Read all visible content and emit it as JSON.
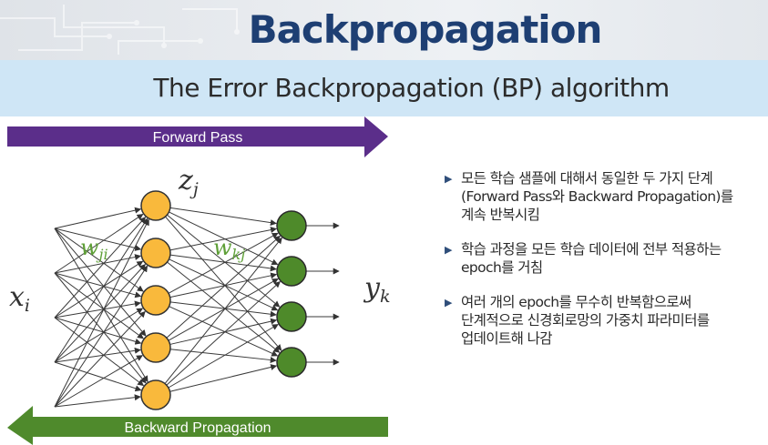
{
  "header": {
    "title": "Backpropagation",
    "subtitle": "The Error Backpropagation (BP) algorithm"
  },
  "diagram": {
    "forward_label": "Forward Pass",
    "backward_label": "Backward Propagation",
    "forward_color": "#5b2e8a",
    "backward_color": "#4f8a2c",
    "input_label": "x_i",
    "hidden_label": "z_j",
    "output_label": "y_k",
    "weight_input_hidden": "w_ji",
    "weight_hidden_output": "w_kj",
    "input_count": 5,
    "hidden_count": 5,
    "output_count": 4,
    "hidden_node_color": "#f9b93c",
    "output_node_color": "#4e8a2a",
    "weight_label_color": "#5fa038"
  },
  "bullets": [
    {
      "lines": [
        "모든 학습 샘플에 대해서 동일한 두 가지 단계",
        "(Forward Pass와 Backward Propagation)를",
        "계속 반복시킴"
      ]
    },
    {
      "lines": [
        "학습 과정을 모든 학습 데이터에 전부 적용하는",
        "epoch를 거침"
      ]
    },
    {
      "lines": [
        "여러 개의 epoch를 무수히 반복함으로써",
        "단계적으로 신경회로망의 가중치 파라미터를",
        "업데이트해 나감"
      ]
    }
  ]
}
